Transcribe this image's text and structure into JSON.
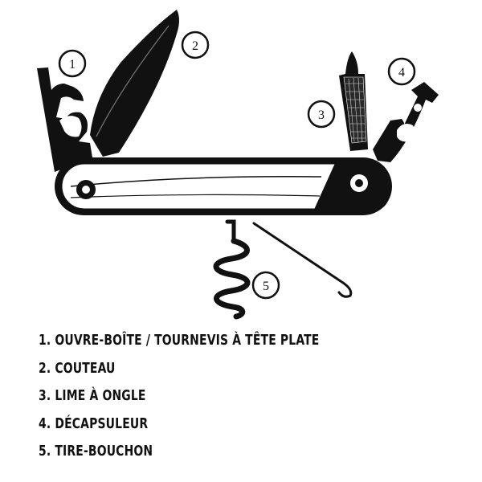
{
  "diagram": {
    "callouts": [
      "1",
      "2",
      "3",
      "4",
      "5"
    ]
  },
  "legend": {
    "items": [
      "1. OUVRE-BOÎTE / TOURNEVIS À TÊTE PLATE",
      "2. COUTEAU",
      "3. LIME À ONGLE",
      "4. DÉCAPSULEUR",
      "5. TIRE-BOUCHON"
    ]
  },
  "colors": {
    "ink": "#111111",
    "handle_fill": "#ffffff",
    "background": "#ffffff"
  }
}
